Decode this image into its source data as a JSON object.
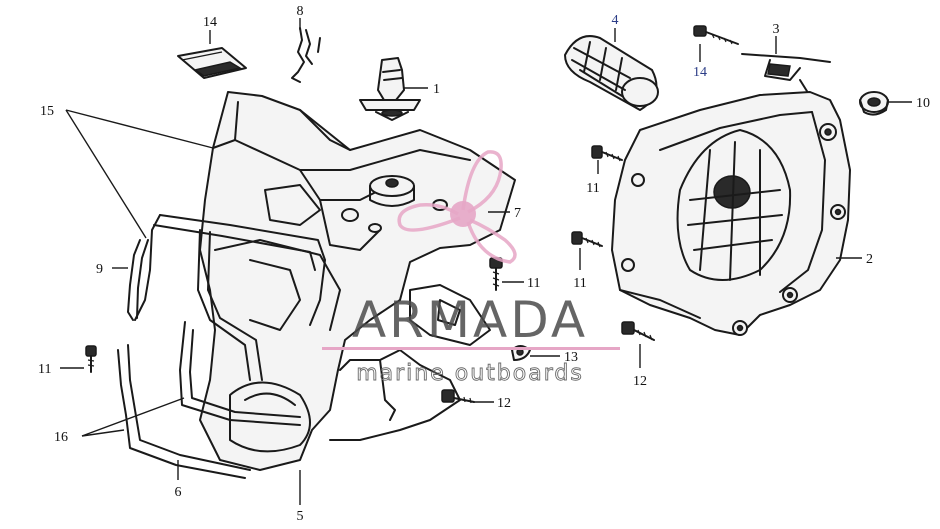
{
  "watermark": {
    "brand": "ARMADA",
    "tagline": "marine outboards",
    "accent_color": "#e6a6c6"
  },
  "callouts": {
    "c1": "1",
    "c2": "2",
    "c3": "3",
    "c4": "4",
    "c5": "5",
    "c6": "6",
    "c7": "7",
    "c8": "8",
    "c9": "9",
    "c10": "10",
    "c11a": "11",
    "c11b": "11",
    "c11c": "11",
    "c11d": "11",
    "c12a": "12",
    "c12b": "12",
    "c13": "13",
    "c14a": "14",
    "c14b": "14",
    "c15": "15",
    "c16": "16"
  }
}
